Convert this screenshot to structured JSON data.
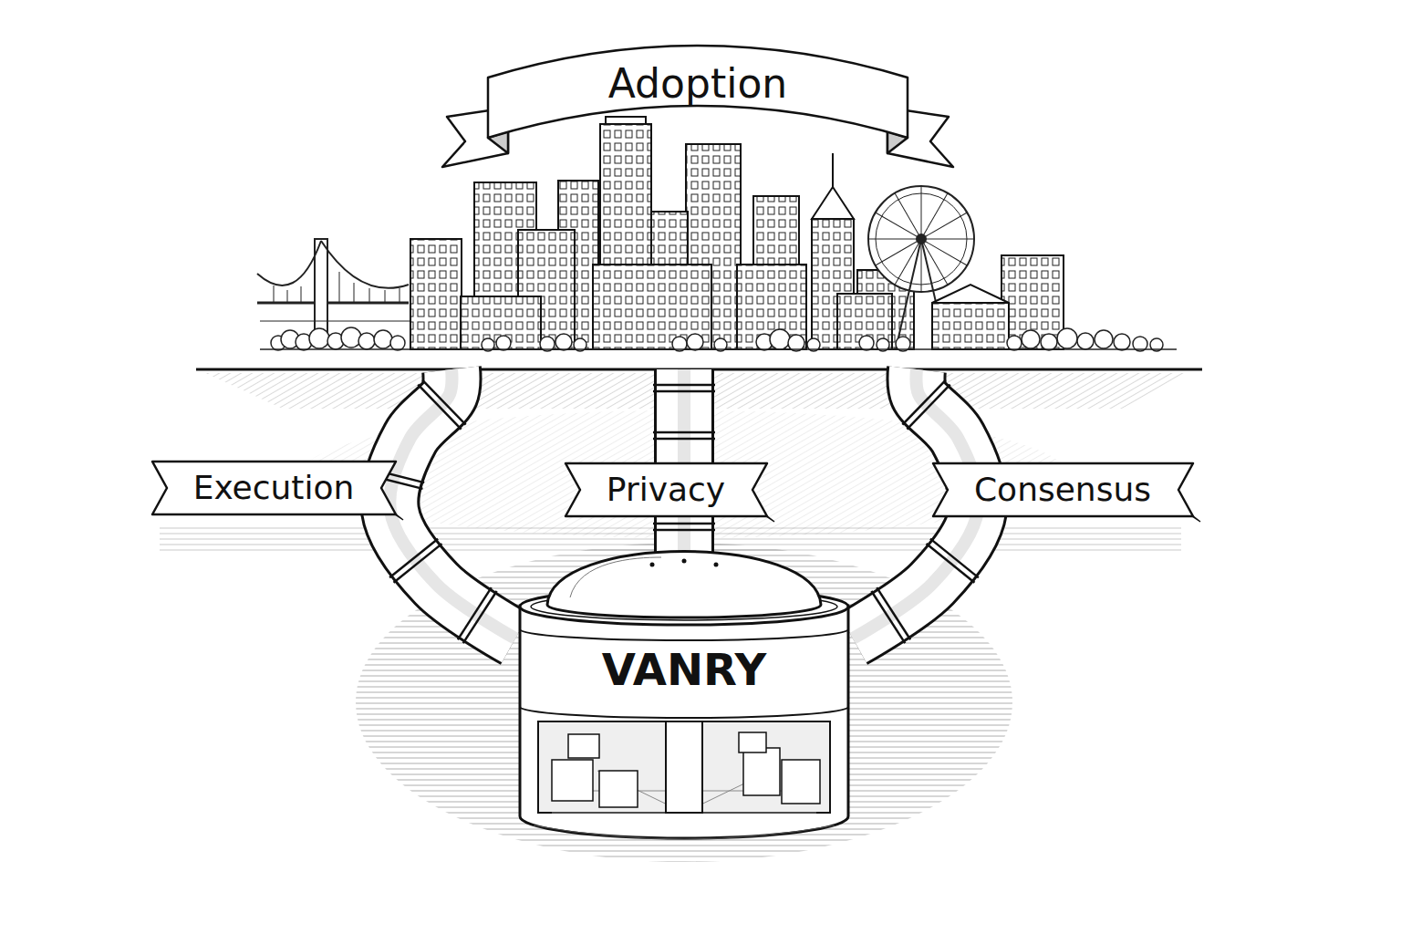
{
  "diagram": {
    "nodes": [
      {
        "text": [
          "Adoption"
        ]
      },
      {
        "text": [
          "VANRY"
        ]
      }
    ],
    "edges": [
      {
        "from": 1,
        "to": 0,
        "arrow": "none",
        "label": "Execution"
      },
      {
        "from": 1,
        "to": 0,
        "arrow": "none",
        "label": "Privacy"
      },
      {
        "from": 1,
        "to": 0,
        "arrow": "none",
        "label": "Consensus"
      }
    ]
  }
}
